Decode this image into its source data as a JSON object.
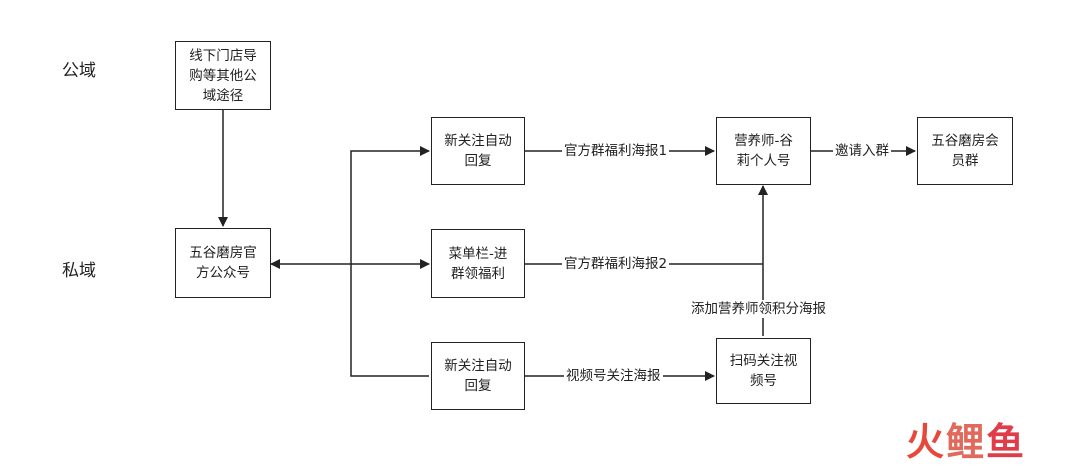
{
  "lanes": {
    "public": "公域",
    "private": "私域"
  },
  "nodes": {
    "offline": [
      "线下门店导",
      "购等其他公",
      "域途径"
    ],
    "official": [
      "五谷磨房官",
      "方公众号"
    ],
    "reply1": [
      "新关注自动",
      "回复"
    ],
    "menu": [
      "菜单栏-进",
      "群领福利"
    ],
    "reply2": [
      "新关注自动",
      "回复"
    ],
    "nutri": [
      "营养师-谷",
      "莉个人号"
    ],
    "member": [
      "五谷磨房会",
      "员群"
    ],
    "scan": [
      "扫码关注视",
      "频号"
    ]
  },
  "edge_labels": {
    "poster1": "官方群福利海报1",
    "poster2": "官方群福利海报2",
    "invite": "邀请入群",
    "video": "视频号关注海报",
    "add": "添加营养师领积分海报"
  },
  "watermark": {
    "part1": "火",
    "part2": "鲤",
    "part3": "鱼"
  }
}
